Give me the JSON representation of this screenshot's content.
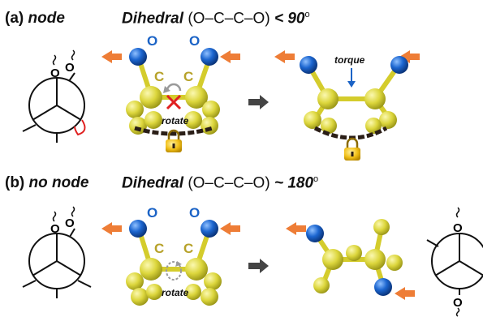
{
  "colors": {
    "oxygen": "#1560c8",
    "carbon": "#d9d43a",
    "carbon_shade": "#9d9a1c",
    "arrow_orange": "#ee7d36",
    "arrow_gray": "#444444",
    "bond_highlight": "#e02020",
    "chain": "#2a1e17",
    "lock": "#f3c41a",
    "label_olive": "#b7a22a",
    "label_blue": "#1b63c6"
  },
  "panel_a": {
    "label": "(a)",
    "mode": "node",
    "angle_term": "Dihedral",
    "formula": "(O–C–C–O)",
    "relation": "< 90",
    "degree": "o",
    "mol_labels": {
      "o1": "O",
      "o2": "O",
      "c1": "C",
      "c2": "C"
    },
    "rotate_label": "rotate",
    "torque_label": "torque",
    "newman_O1": "O",
    "newman_O2": "O",
    "blocked_icon": "red-x-icon",
    "lock_icon": "padlock-icon"
  },
  "panel_b": {
    "label": "(b)",
    "mode": "no node",
    "angle_term": "Dihedral",
    "formula": "(O–C–C–O)",
    "relation": "~ 180",
    "degree": "o",
    "mol_labels": {
      "o1": "O",
      "o2": "O",
      "c1": "C",
      "c2": "C"
    },
    "rotate_label": "rotate",
    "newman_left_O1": "O",
    "newman_left_O2": "O",
    "newman_right_O_top": "O",
    "newman_right_O_bottom": "O"
  }
}
